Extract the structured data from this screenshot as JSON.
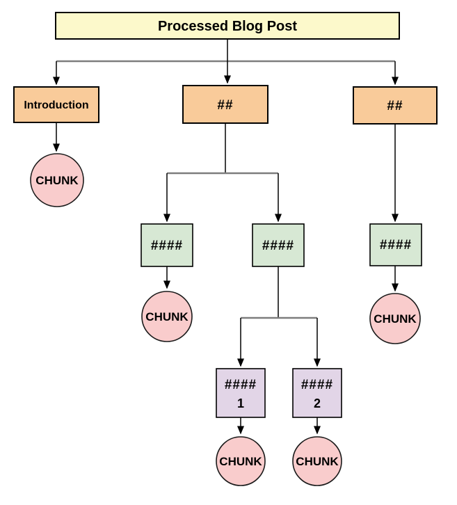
{
  "diagram": {
    "colors": {
      "root_fill": "#FCF9CB",
      "section_fill": "#F9CB9A",
      "subsection_fill": "#D7E8D4",
      "subsubsection_fill": "#E2D5E7",
      "chunk_fill": "#F9CCCC",
      "border": "#000000",
      "branch_bar": "#7d7d7d"
    },
    "nodes": {
      "root": {
        "label": "Processed Blog Post"
      },
      "intro": {
        "label": "Introduction"
      },
      "h2_mid": {
        "label": "##"
      },
      "h2_right": {
        "label": "##"
      },
      "h4_left": {
        "label": "####"
      },
      "h4_mid": {
        "label": "####"
      },
      "h4_right": {
        "label": "####"
      },
      "h4_sub1": {
        "label": "####",
        "sublabel": "1"
      },
      "h4_sub2": {
        "label": "####",
        "sublabel": "2"
      },
      "chunk_intro": {
        "label": "CHUNK"
      },
      "chunk_left": {
        "label": "CHUNK"
      },
      "chunk_right": {
        "label": "CHUNK"
      },
      "chunk_sub1": {
        "label": "CHUNK"
      },
      "chunk_sub2": {
        "label": "CHUNK"
      }
    }
  }
}
